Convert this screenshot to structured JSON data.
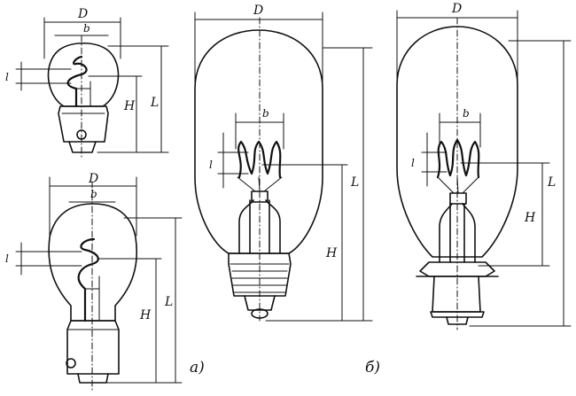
{
  "labels": {
    "D": "D",
    "b": "b",
    "l": "l",
    "H": "H",
    "L": "L"
  },
  "captions": {
    "a": "а)",
    "b": "б)"
  }
}
